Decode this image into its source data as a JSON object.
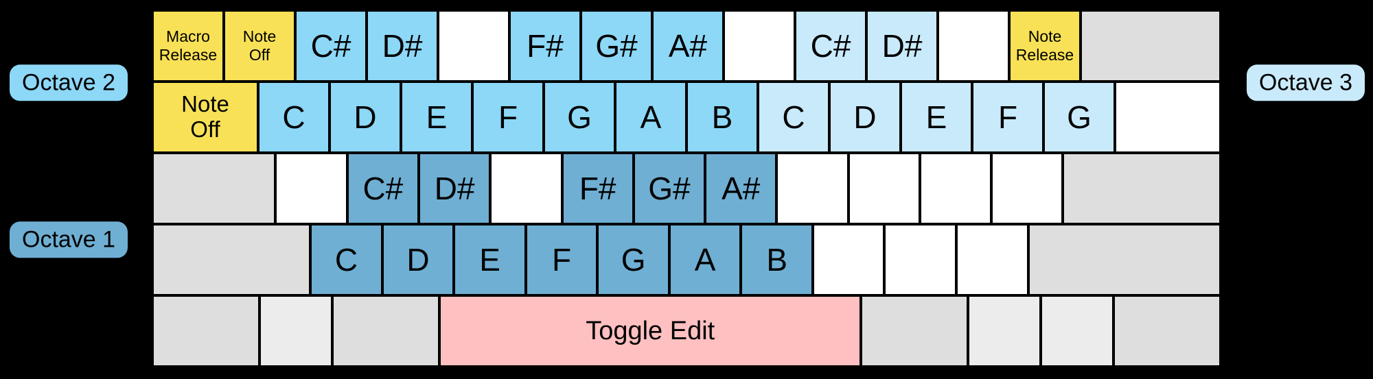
{
  "octave_labels": {
    "octave1": "Octave 1",
    "octave2": "Octave 2",
    "octave3": "Octave 3"
  },
  "colors": {
    "background": "#000000",
    "text": "#000000",
    "octave1": "#6FAFD3",
    "octave2": "#8DD7F7",
    "octave3": "#C9EAFB",
    "macro": "#F8E156",
    "toggle": "#FFC0C1",
    "gray": "#DEDEDE",
    "graylight": "#ECECEC",
    "white": "#FFFFFF"
  },
  "keyboard": {
    "rows": [
      {
        "name": "number-row",
        "keys": [
          {
            "name": "macro-release-key",
            "lines": [
              "Macro",
              "Release"
            ],
            "color": "macro",
            "units": 1,
            "size": "xs"
          },
          {
            "name": "note-off-key",
            "lines": [
              "Note",
              "Off"
            ],
            "color": "macro",
            "units": 1,
            "size": "xs"
          },
          {
            "name": "note-csharp-oct2-key",
            "lines": [
              "C#"
            ],
            "color": "octave2",
            "units": 1,
            "size": "lg"
          },
          {
            "name": "note-dsharp-oct2-key",
            "lines": [
              "D#"
            ],
            "color": "octave2",
            "units": 1,
            "size": "lg"
          },
          {
            "name": "blank-key",
            "lines": [],
            "color": "white",
            "units": 1
          },
          {
            "name": "note-fsharp-oct2-key",
            "lines": [
              "F#"
            ],
            "color": "octave2",
            "units": 1,
            "size": "lg"
          },
          {
            "name": "note-gsharp-oct2-key",
            "lines": [
              "G#"
            ],
            "color": "octave2",
            "units": 1,
            "size": "lg"
          },
          {
            "name": "note-asharp-oct2-key",
            "lines": [
              "A#"
            ],
            "color": "octave2",
            "units": 1,
            "size": "lg"
          },
          {
            "name": "blank-key",
            "lines": [],
            "color": "white",
            "units": 1
          },
          {
            "name": "note-csharp-oct3-key",
            "lines": [
              "C#"
            ],
            "color": "octave3",
            "units": 1,
            "size": "lg"
          },
          {
            "name": "note-dsharp-oct3-key",
            "lines": [
              "D#"
            ],
            "color": "octave3",
            "units": 1,
            "size": "lg"
          },
          {
            "name": "blank-key",
            "lines": [],
            "color": "white",
            "units": 1
          },
          {
            "name": "note-release-key",
            "lines": [
              "Note",
              "Release"
            ],
            "color": "macro",
            "units": 1,
            "size": "xs"
          },
          {
            "name": "inactive-key",
            "lines": [],
            "color": "gray",
            "units": 2
          }
        ]
      },
      {
        "name": "tab-row",
        "keys": [
          {
            "name": "note-off-key",
            "lines": [
              "Note",
              "Off"
            ],
            "color": "macro",
            "units": 1.5,
            "size": "sm"
          },
          {
            "name": "note-c-oct2-key",
            "lines": [
              "C"
            ],
            "color": "octave2",
            "units": 1,
            "size": "lg"
          },
          {
            "name": "note-d-oct2-key",
            "lines": [
              "D"
            ],
            "color": "octave2",
            "units": 1,
            "size": "lg"
          },
          {
            "name": "note-e-oct2-key",
            "lines": [
              "E"
            ],
            "color": "octave2",
            "units": 1,
            "size": "lg"
          },
          {
            "name": "note-f-oct2-key",
            "lines": [
              "F"
            ],
            "color": "octave2",
            "units": 1,
            "size": "lg"
          },
          {
            "name": "note-g-oct2-key",
            "lines": [
              "G"
            ],
            "color": "octave2",
            "units": 1,
            "size": "lg"
          },
          {
            "name": "note-a-oct2-key",
            "lines": [
              "A"
            ],
            "color": "octave2",
            "units": 1,
            "size": "lg"
          },
          {
            "name": "note-b-oct2-key",
            "lines": [
              "B"
            ],
            "color": "octave2",
            "units": 1,
            "size": "lg"
          },
          {
            "name": "note-c-oct3-key",
            "lines": [
              "C"
            ],
            "color": "octave3",
            "units": 1,
            "size": "lg"
          },
          {
            "name": "note-d-oct3-key",
            "lines": [
              "D"
            ],
            "color": "octave3",
            "units": 1,
            "size": "lg"
          },
          {
            "name": "note-e-oct3-key",
            "lines": [
              "E"
            ],
            "color": "octave3",
            "units": 1,
            "size": "lg"
          },
          {
            "name": "note-f-oct3-key",
            "lines": [
              "F"
            ],
            "color": "octave3",
            "units": 1,
            "size": "lg"
          },
          {
            "name": "note-g-oct3-key",
            "lines": [
              "G"
            ],
            "color": "octave3",
            "units": 1,
            "size": "lg"
          },
          {
            "name": "blank-key",
            "lines": [],
            "color": "white",
            "units": 1.5
          }
        ]
      },
      {
        "name": "home-row",
        "keys": [
          {
            "name": "inactive-key",
            "lines": [],
            "color": "gray",
            "units": 1.75
          },
          {
            "name": "blank-key",
            "lines": [],
            "color": "white",
            "units": 1
          },
          {
            "name": "note-csharp-oct1-key",
            "lines": [
              "C#"
            ],
            "color": "octave1",
            "units": 1,
            "size": "lg"
          },
          {
            "name": "note-dsharp-oct1-key",
            "lines": [
              "D#"
            ],
            "color": "octave1",
            "units": 1,
            "size": "lg"
          },
          {
            "name": "blank-key",
            "lines": [],
            "color": "white",
            "units": 1
          },
          {
            "name": "note-fsharp-oct1-key",
            "lines": [
              "F#"
            ],
            "color": "octave1",
            "units": 1,
            "size": "lg"
          },
          {
            "name": "note-gsharp-oct1-key",
            "lines": [
              "G#"
            ],
            "color": "octave1",
            "units": 1,
            "size": "lg"
          },
          {
            "name": "note-asharp-oct1-key",
            "lines": [
              "A#"
            ],
            "color": "octave1",
            "units": 1,
            "size": "lg"
          },
          {
            "name": "blank-key",
            "lines": [],
            "color": "white",
            "units": 1
          },
          {
            "name": "blank-key",
            "lines": [],
            "color": "white",
            "units": 1
          },
          {
            "name": "blank-key",
            "lines": [],
            "color": "white",
            "units": 1
          },
          {
            "name": "blank-key",
            "lines": [],
            "color": "white",
            "units": 1
          },
          {
            "name": "inactive-key",
            "lines": [],
            "color": "gray",
            "units": 2.25
          }
        ]
      },
      {
        "name": "shift-row",
        "keys": [
          {
            "name": "inactive-key",
            "lines": [],
            "color": "gray",
            "units": 2.25
          },
          {
            "name": "note-c-oct1-key",
            "lines": [
              "C"
            ],
            "color": "octave1",
            "units": 1,
            "size": "lg"
          },
          {
            "name": "note-d-oct1-key",
            "lines": [
              "D"
            ],
            "color": "octave1",
            "units": 1,
            "size": "lg"
          },
          {
            "name": "note-e-oct1-key",
            "lines": [
              "E"
            ],
            "color": "octave1",
            "units": 1,
            "size": "lg"
          },
          {
            "name": "note-f-oct1-key",
            "lines": [
              "F"
            ],
            "color": "octave1",
            "units": 1,
            "size": "lg"
          },
          {
            "name": "note-g-oct1-key",
            "lines": [
              "G"
            ],
            "color": "octave1",
            "units": 1,
            "size": "lg"
          },
          {
            "name": "note-a-oct1-key",
            "lines": [
              "A"
            ],
            "color": "octave1",
            "units": 1,
            "size": "lg"
          },
          {
            "name": "note-b-oct1-key",
            "lines": [
              "B"
            ],
            "color": "octave1",
            "units": 1,
            "size": "lg"
          },
          {
            "name": "blank-key",
            "lines": [],
            "color": "white",
            "units": 1
          },
          {
            "name": "blank-key",
            "lines": [],
            "color": "white",
            "units": 1
          },
          {
            "name": "blank-key",
            "lines": [],
            "color": "white",
            "units": 1
          },
          {
            "name": "inactive-key",
            "lines": [],
            "color": "gray",
            "units": 2.75
          }
        ]
      },
      {
        "name": "bottom-row",
        "keys": [
          {
            "name": "inactive-key",
            "lines": [],
            "color": "gray",
            "units": 1.5
          },
          {
            "name": "inactive-key",
            "lines": [],
            "color": "graylight",
            "units": 1
          },
          {
            "name": "inactive-key",
            "lines": [],
            "color": "gray",
            "units": 1.5
          },
          {
            "name": "toggle-edit-key",
            "lines": [
              "Toggle Edit"
            ],
            "color": "toggle",
            "units": 6,
            "size": "md"
          },
          {
            "name": "inactive-key",
            "lines": [],
            "color": "gray",
            "units": 1.5
          },
          {
            "name": "inactive-key",
            "lines": [],
            "color": "graylight",
            "units": 1
          },
          {
            "name": "inactive-key",
            "lines": [],
            "color": "graylight",
            "units": 1
          },
          {
            "name": "inactive-key",
            "lines": [],
            "color": "gray",
            "units": 1.5
          }
        ]
      }
    ]
  }
}
